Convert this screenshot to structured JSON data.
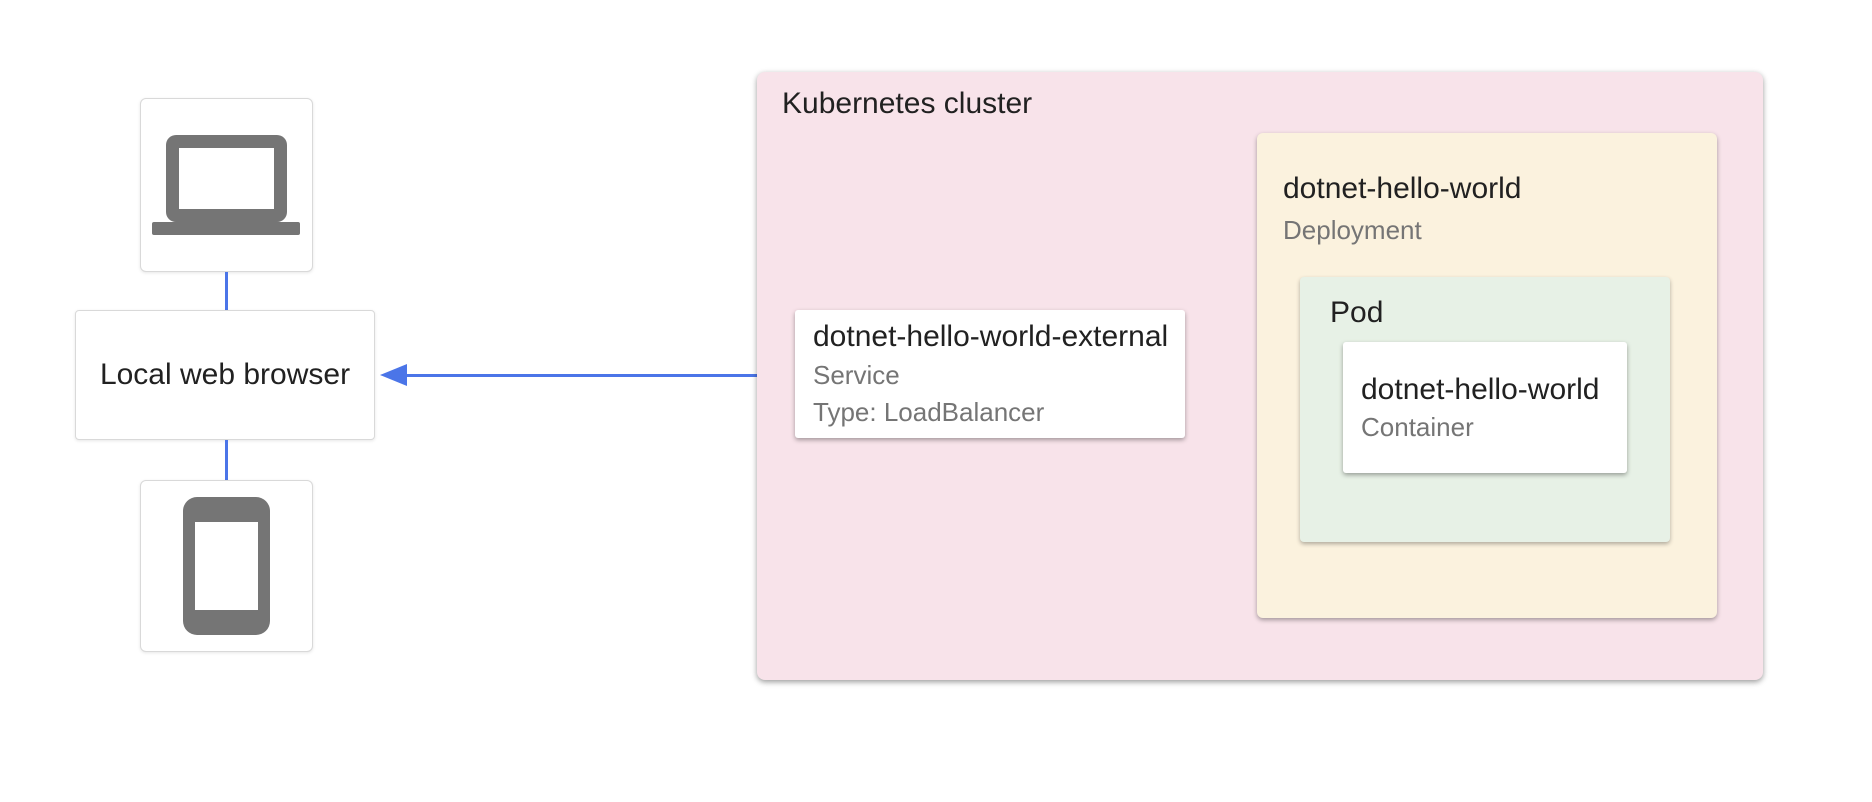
{
  "client": {
    "laptop_icon": "laptop",
    "phone_icon": "smartphone",
    "browser_label": "Local web browser"
  },
  "cluster": {
    "label": "Kubernetes cluster",
    "service": {
      "title": "dotnet-hello-world-external",
      "kind": "Service",
      "type_line": "Type: LoadBalancer"
    },
    "deployment": {
      "title": "dotnet-hello-world",
      "kind": "Deployment",
      "pod": {
        "label": "Pod",
        "container": {
          "title": "dotnet-hello-world",
          "kind": "Container"
        }
      }
    }
  },
  "arrows": {
    "browser_to_service": "bidirectional",
    "service_to_pod": "left-to-right"
  },
  "colors": {
    "cluster_fill": "#f8e3ea",
    "deployment_fill": "#fbf2de",
    "pod_fill": "#e7f1e6",
    "arrow_blue": "#4b75e8",
    "icon_gray": "#757575",
    "title_text": "#212121",
    "subtitle_text": "#757575"
  }
}
